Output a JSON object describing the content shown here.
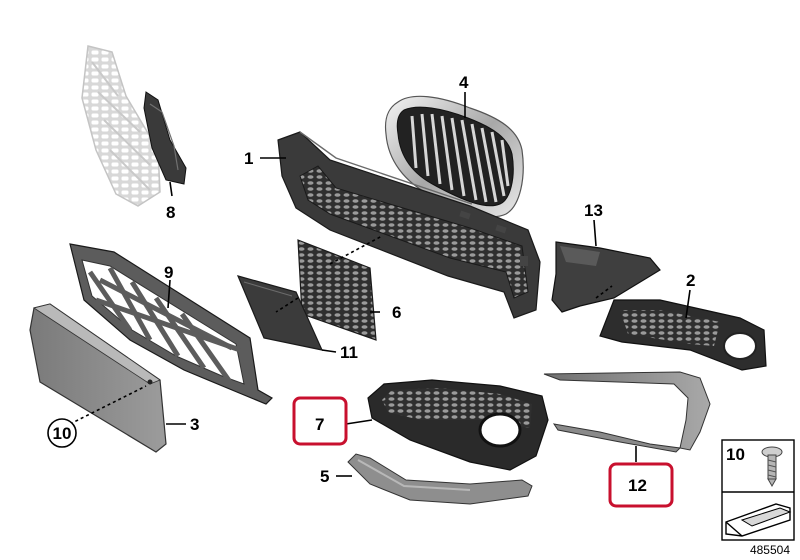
{
  "diagram": {
    "parts": [
      {
        "id": "p1",
        "label": "1"
      },
      {
        "id": "p2",
        "label": "2"
      },
      {
        "id": "p3",
        "label": "3"
      },
      {
        "id": "p4",
        "label": "4"
      },
      {
        "id": "p5",
        "label": "5"
      },
      {
        "id": "p6",
        "label": "6"
      },
      {
        "id": "p7",
        "label": "7"
      },
      {
        "id": "p8",
        "label": "8"
      },
      {
        "id": "p9",
        "label": "9"
      },
      {
        "id": "p10",
        "label": "10"
      },
      {
        "id": "p11",
        "label": "11"
      },
      {
        "id": "p12",
        "label": "12"
      },
      {
        "id": "p13",
        "label": "13"
      }
    ],
    "highlighted_parts": [
      "7",
      "12"
    ],
    "highlight_color": "#c8102e",
    "legend": {
      "label": "10"
    },
    "document_number": "485504"
  }
}
